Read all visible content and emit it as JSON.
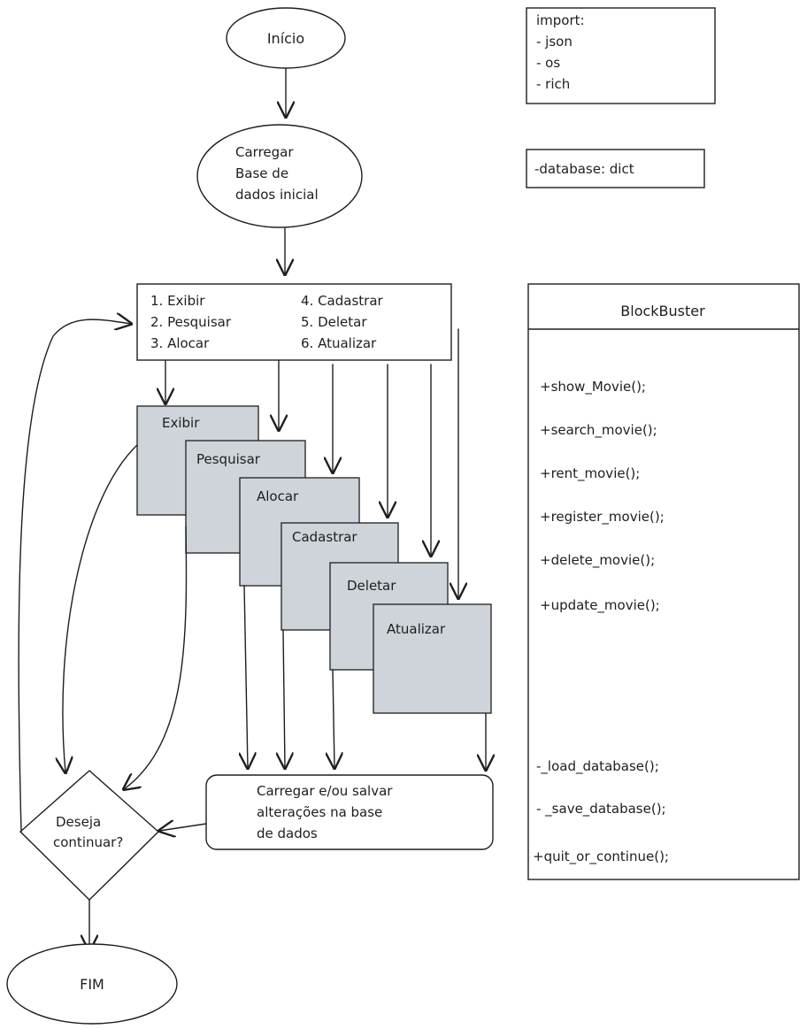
{
  "flow": {
    "start": "Início",
    "load_lines": [
      "Carregar",
      "Base de",
      "dados inicial"
    ],
    "menu": {
      "left": [
        "1. Exibir",
        "2. Pesquisar",
        "3. Alocar"
      ],
      "right": [
        "4. Cadastrar",
        "5. Deletar",
        "6. Atualizar"
      ]
    },
    "actions": [
      "Exibir",
      "Pesquisar",
      "Alocar",
      "Cadastrar",
      "Deletar",
      "Atualizar"
    ],
    "save_lines": [
      "Carregar e/ou salvar",
      "alterações na base",
      "de dados"
    ],
    "decision_lines": [
      "Deseja",
      "continuar?"
    ],
    "end": "FIM"
  },
  "imports": {
    "lines": [
      "import:",
      "- json",
      "- os",
      "- rich"
    ]
  },
  "attributes": {
    "line": "-database: dict"
  },
  "class_box": {
    "title": "BlockBuster",
    "methods": [
      "+show_Movie();",
      "+search_movie();",
      "+rent_movie();",
      "+register_movie();",
      "+delete_movie();",
      "+update_movie();"
    ],
    "private_methods": [
      "-_load_database();",
      "- _save_database();",
      "+quit_or_continue();"
    ]
  },
  "colors": {
    "stroke": "#1e1e1e",
    "action_fill": "#ced4da",
    "background": "#ffffff"
  }
}
